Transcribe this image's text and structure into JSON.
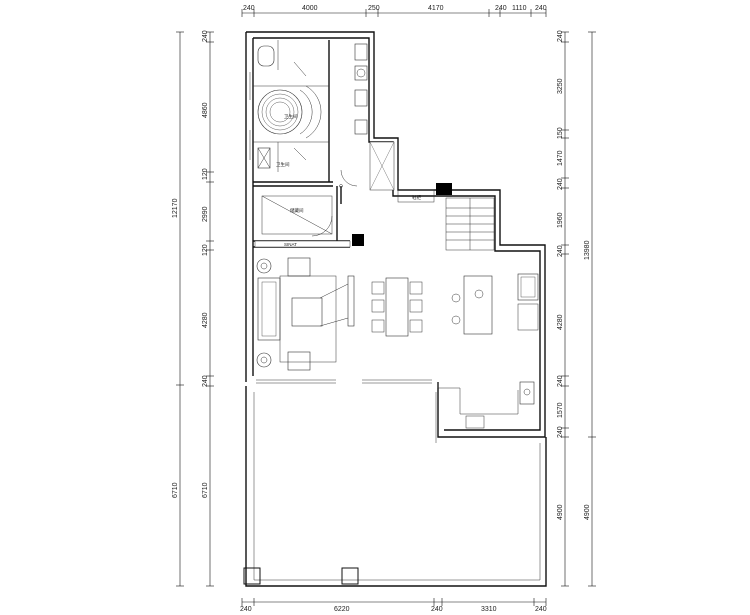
{
  "drawing": {
    "top_dims": [
      "240",
      "4000",
      "250",
      "4170",
      "240",
      "1110",
      "240"
    ],
    "bottom_dims": [
      "240",
      "6220",
      "240",
      "3310",
      "240"
    ],
    "left_outer_dim": "12170",
    "left_outer_dim_bottom": "6710",
    "left_inner_dims": [
      "240",
      "4860",
      "120",
      "2990",
      "120",
      "4280",
      "240",
      "6710"
    ],
    "right_outer_dim": "13980",
    "right_outer_dim_bottom": "4900",
    "right_inner_dims": [
      "240",
      "3250",
      "150",
      "1470",
      "240",
      "1960",
      "240",
      "4280",
      "240",
      "1570",
      "240",
      "4900"
    ]
  },
  "room_labels": {
    "bath_a": "卫生间",
    "bath_b": "卫生间",
    "closet": "储藏间",
    "tv_wall": "SINAT",
    "cabinet": "鞋柜"
  }
}
